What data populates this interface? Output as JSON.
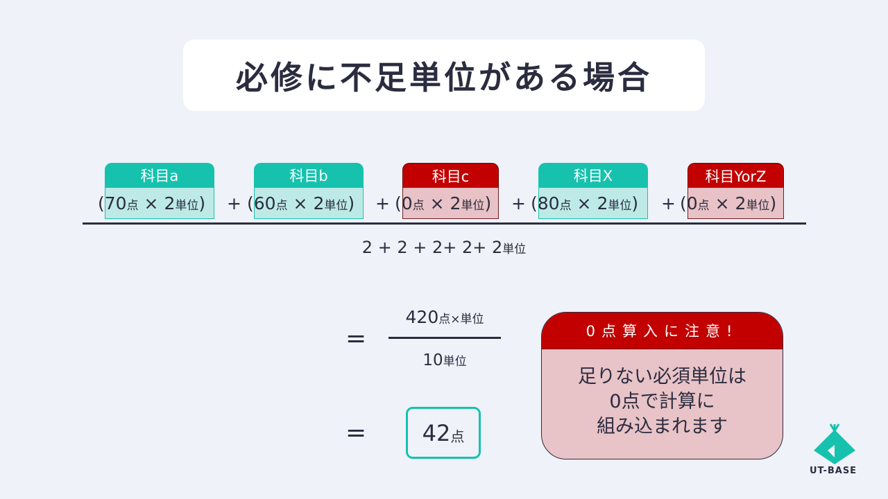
{
  "title": "必修に不足単位がある場合",
  "subjects": [
    {
      "label": "科目a",
      "score": "70",
      "unit_pt": "点",
      "times": "×",
      "credits": "2",
      "unit_cr": "単位",
      "color": "#16c2ae"
    },
    {
      "label": "科目b",
      "score": "60",
      "unit_pt": "点",
      "times": "×",
      "credits": "2",
      "unit_cr": "単位",
      "color": "#16c2ae"
    },
    {
      "label": "科目c",
      "score": "0",
      "unit_pt": "点",
      "times": "×",
      "credits": "2",
      "unit_cr": "単位",
      "color": "#c20000"
    },
    {
      "label": "科目X",
      "score": "80",
      "unit_pt": "点",
      "times": "×",
      "credits": "2",
      "unit_cr": "単位",
      "color": "#16c2ae"
    },
    {
      "label": "科目YorZ",
      "score": "0",
      "unit_pt": "点",
      "times": "×",
      "credits": "2",
      "unit_cr": "単位",
      "color": "#c20000"
    }
  ],
  "operators": {
    "open": "(",
    "close": ")",
    "plus": "+",
    "equals": "="
  },
  "denominator": {
    "expr": "2 + 2 + 2+ 2+ 2",
    "unit": "単位"
  },
  "result_fraction": {
    "numerator": "420",
    "numerator_unit": "点×単位",
    "denominator": "10",
    "denominator_unit": "単位"
  },
  "answer": {
    "value": "42",
    "unit": "点"
  },
  "warning": {
    "heading": "0点算入に注意!",
    "lines": [
      "足りない必須単位は",
      "0点で計算に",
      "組み込まれます"
    ],
    "colors": {
      "header": "#c20000",
      "body": "#e8c3c7"
    }
  },
  "brand": {
    "name": "UT-BASE",
    "color": "#16c2ae"
  }
}
